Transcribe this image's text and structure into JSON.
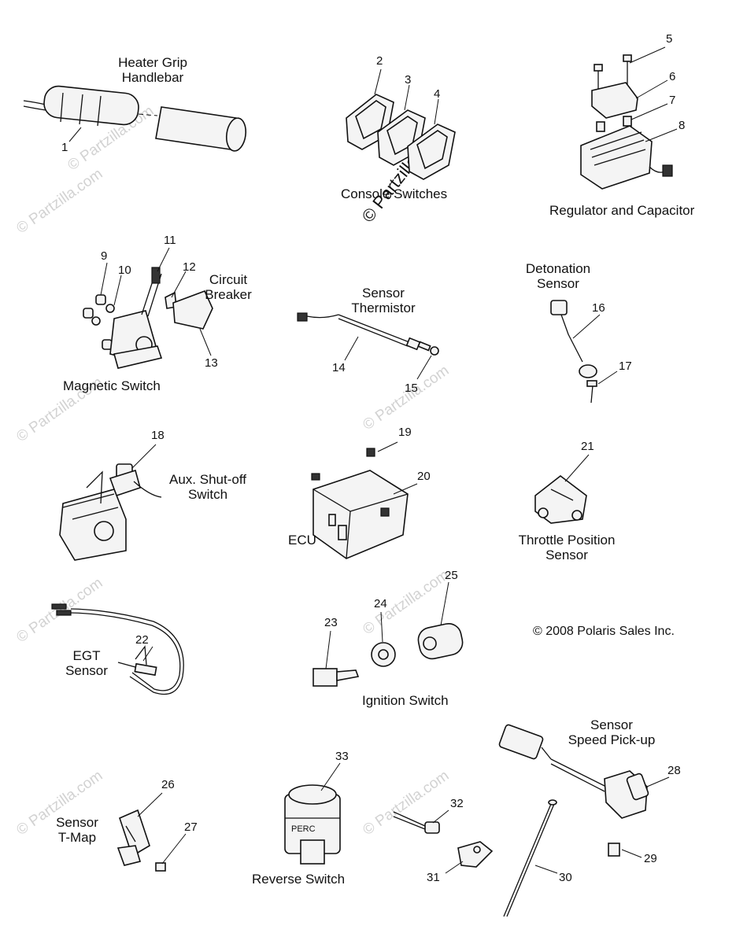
{
  "groups": {
    "heater_grip": "Heater Grip\nHandlebar",
    "console_switches": "Console Switches",
    "regulator": "Regulator and Capacitor",
    "circuit_breaker": "Circuit\nBreaker",
    "magnetic_switch": "Magnetic Switch",
    "sensor_thermistor": "Sensor\nThermistor",
    "detonation_sensor": "Detonation\nSensor",
    "aux_shutoff": "Aux. Shut-off\nSwitch",
    "ecu": "ECU",
    "throttle_position": "Throttle Position\nSensor",
    "egt_sensor": "EGT\nSensor",
    "ignition_switch": "Ignition Switch",
    "speed_pickup": "Sensor\nSpeed Pick-up",
    "sensor_tmap": "Sensor\nT-Map",
    "reverse_switch": "Reverse Switch"
  },
  "copyright": "© 2008 Polaris Sales Inc.",
  "perc_label": "PERC",
  "watermark": "© Partzilla.com",
  "callouts": {
    "n1": "1",
    "n2": "2",
    "n3": "3",
    "n4": "4",
    "n5": "5",
    "n6": "6",
    "n7": "7",
    "n8": "8",
    "n9": "9",
    "n10": "10",
    "n11": "11",
    "n12": "12",
    "n13": "13",
    "n14": "14",
    "n15": "15",
    "n16": "16",
    "n17": "17",
    "n18": "18",
    "n19": "19",
    "n20": "20",
    "n21": "21",
    "n22": "22",
    "n23": "23",
    "n24": "24",
    "n25": "25",
    "n26": "26",
    "n27": "27",
    "n28": "28",
    "n29": "29",
    "n30": "30",
    "n31": "31",
    "n32": "32",
    "n33": "33"
  }
}
